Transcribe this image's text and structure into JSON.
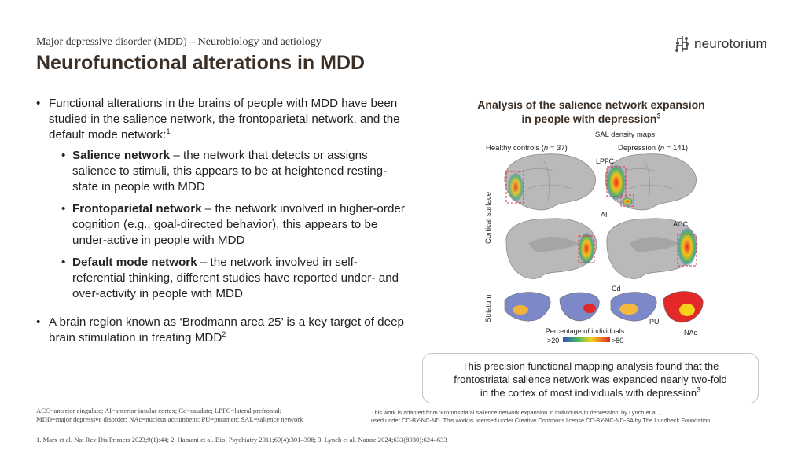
{
  "header": {
    "subtitle": "Major depressive disorder (MDD) – Neurobiology and aetiology",
    "title": "Neurofunctional alterations in MDD",
    "logo_text": "neurotorium"
  },
  "bullets": {
    "intro": "Functional alterations in the brains of people with MDD have been studied in the salience network, the frontoparietal network, and the default mode network:",
    "intro_ref": "1",
    "sub": [
      {
        "term": "Salience network",
        "text": " – the network that detects or assigns salience to stimuli, this appears to be at heightened resting-state in people with MDD"
      },
      {
        "term": "Frontoparietal network",
        "text": " – the network involved in higher-order cognition (e.g., goal-directed behavior), this appears to be under-active in people with MDD"
      },
      {
        "term": "Default mode network",
        "text": " – the network involved in self-referential thinking, different studies have reported under- and over-activity in people with MDD"
      }
    ],
    "last": "A brain region known as ‘Brodmann area 25’ is a key target of deep brain stimulation in treating MDD",
    "last_ref": "2"
  },
  "figure": {
    "title_line1": "Analysis of the salience network expansion",
    "title_line2": "in people with depression",
    "title_ref": "3",
    "map_title": "SAL density maps",
    "col1": "Healthy controls (",
    "col1_n": "n",
    "col1_val": " = 37)",
    "col2": "Depression (",
    "col2_n": "n",
    "col2_val": " = 141)",
    "row1": "Cortical surface",
    "row2": "Striatum",
    "labels": {
      "lpfc": "LPFC",
      "ai": "AI",
      "acc": "ACC",
      "cd": "Cd",
      "pu": "PU",
      "nac": "NAc"
    },
    "legend_title": "Percentage of individuals",
    "legend_min": ">20",
    "legend_max": ">80",
    "colors": {
      "brain": "#b7b7b7",
      "hot": "#e8332a",
      "warm": "#f6c21b",
      "cool": "#4f68c2"
    }
  },
  "caption": {
    "line1": "This precision functional mapping analysis found that the",
    "line2": "frontostriatal salience network was expanded nearly two-fold",
    "line3": "in the cortex of most individuals with depression",
    "ref": "3"
  },
  "footer": {
    "abbrev1": "ACC=anterior cingulate; AI=anterior insular cortex; Cd=caudate; LPFC=lateral prefrontal;",
    "abbrev2": "MDD=major depressive disorder; NAc=nucleus accumbens; PU=putamen; SAL=salience network",
    "credit1": "This work is adapted from ‘Frontostriatal salience network expansion in individuals in depression’ by Lynch et al.,",
    "credit2": "used under CC-BY-NC-ND. This work is licensed under Creative Commons license CC-BY-NC-ND-SA by The Lundbeck Foundation.",
    "refs": "1. Marx et al. Nat Rev Dis Primers 2023;9(1):44; 2. Hamani et al. Biol Psychiatry 2011;69(4):301–308; 3. Lynch et al. Nature 2024;633(8030):624–633"
  }
}
